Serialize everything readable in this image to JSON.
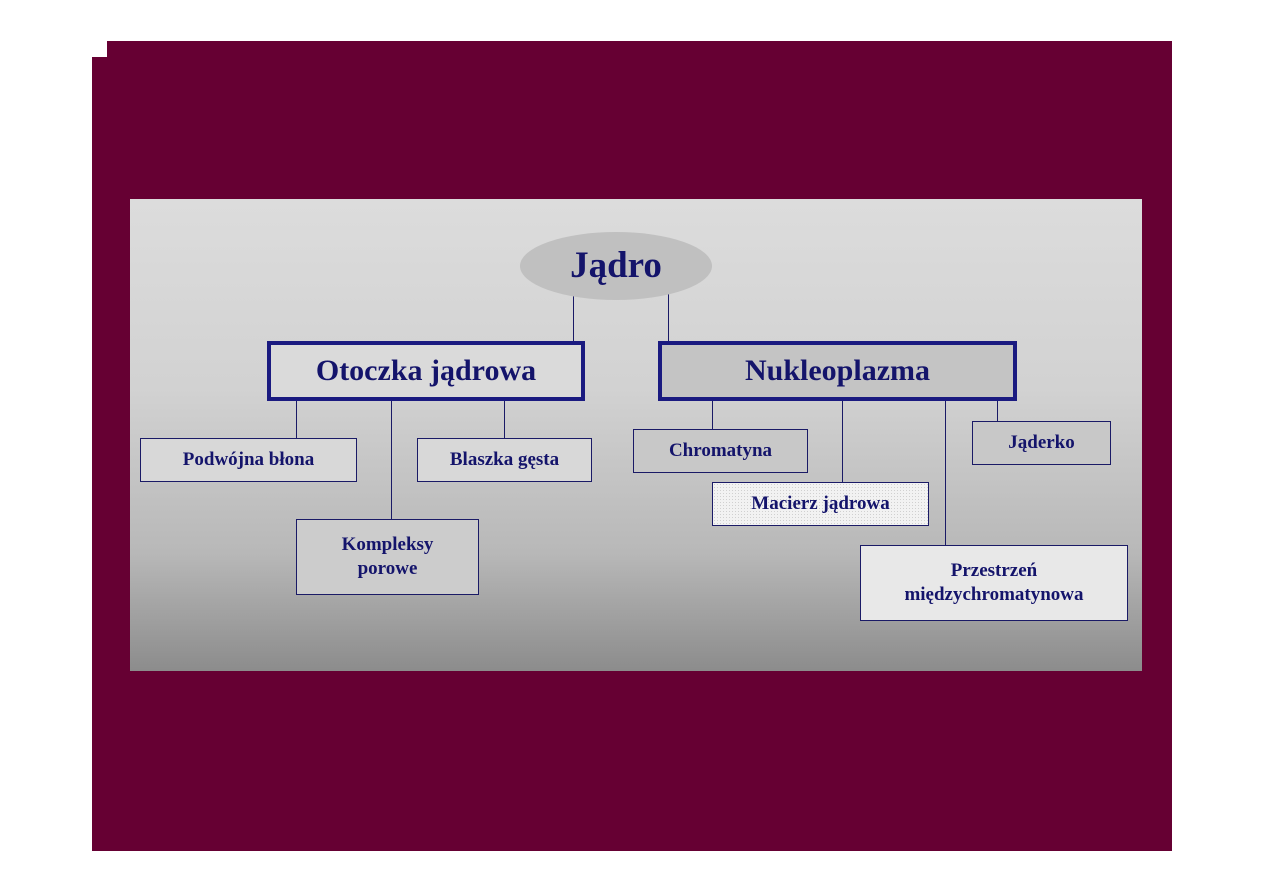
{
  "slide": {
    "background_color": "#660033",
    "panel_colors": [
      "#dcdcdc",
      "#8c8c8c"
    ],
    "text_color": "#14146b"
  },
  "diagram": {
    "root": {
      "label": "Jądro"
    },
    "branches": [
      {
        "label": "Otoczka jądrowa",
        "children": [
          {
            "label": "Podwójna błona"
          },
          {
            "label": "Kompleksy porowe"
          },
          {
            "label": "Blaszka gęsta"
          }
        ]
      },
      {
        "label": "Nukleoplazma",
        "children": [
          {
            "label": "Chromatyna"
          },
          {
            "label": "Macierz jądrowa"
          },
          {
            "label": "Przestrzeń międzychromatynowa"
          },
          {
            "label": "Jąderko"
          }
        ]
      }
    ]
  }
}
